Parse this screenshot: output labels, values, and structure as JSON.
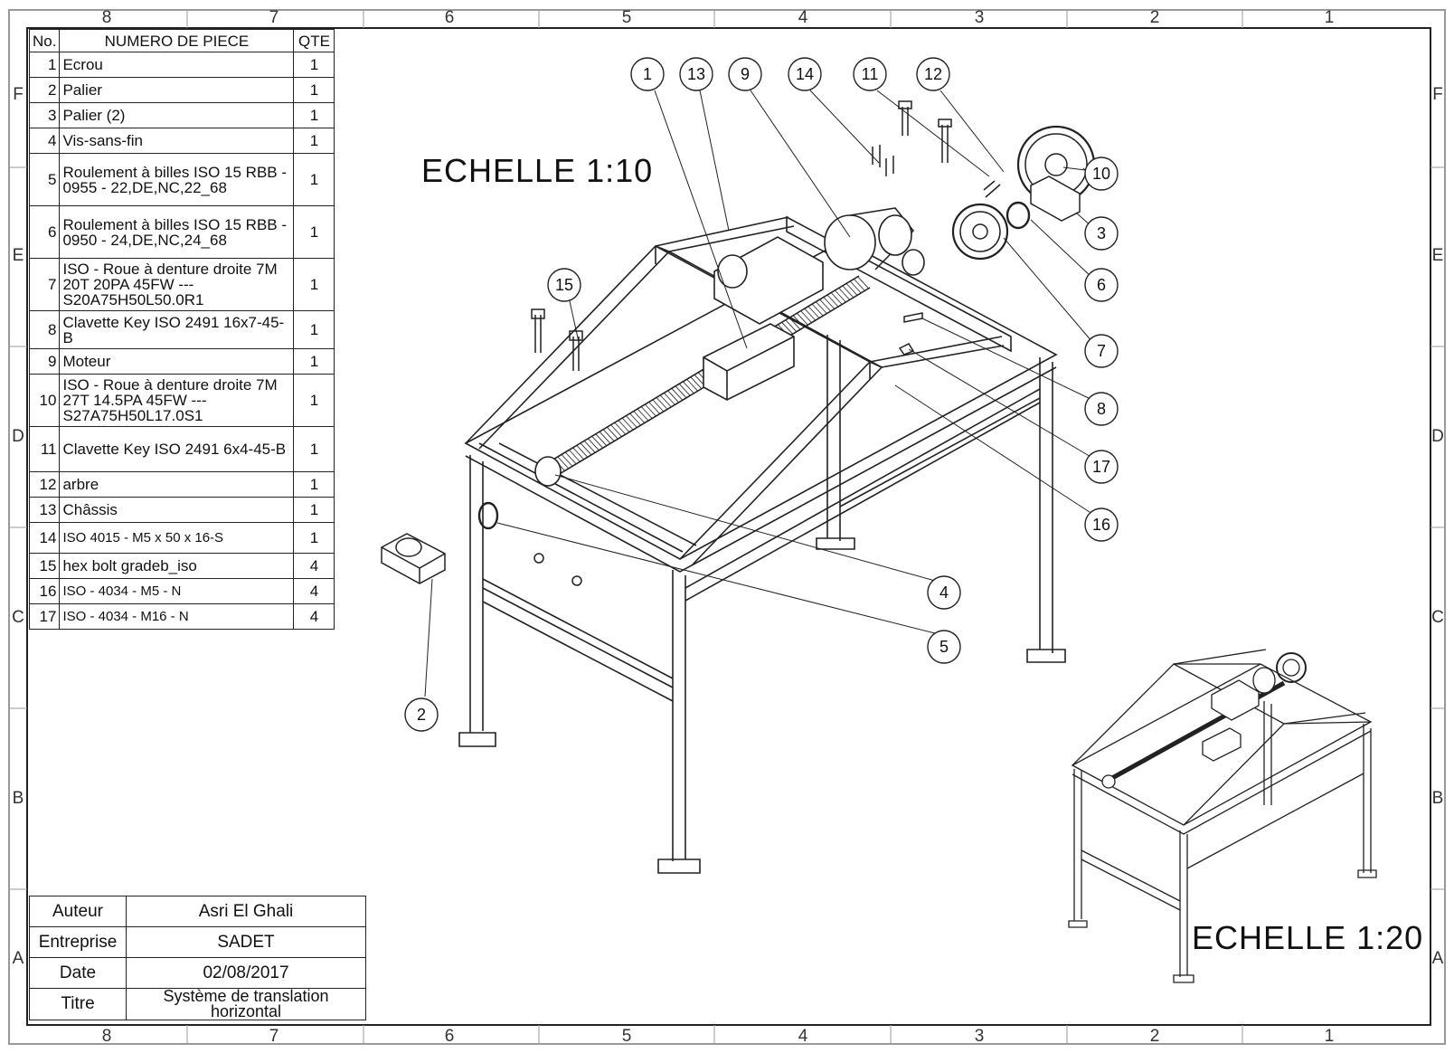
{
  "zones": {
    "columns": [
      "8",
      "7",
      "6",
      "5",
      "4",
      "3",
      "2",
      "1"
    ],
    "rows": [
      "F",
      "E",
      "D",
      "C",
      "B",
      "A"
    ]
  },
  "bom": {
    "headers": {
      "no": "No.",
      "name": "NUMERO DE PIECE",
      "qty": "QTE"
    },
    "rows": [
      {
        "no": "1",
        "name": "Ecrou",
        "qty": "1"
      },
      {
        "no": "2",
        "name": "Palier",
        "qty": "1"
      },
      {
        "no": "3",
        "name": "Palier (2)",
        "qty": "1"
      },
      {
        "no": "4",
        "name": "Vis-sans-fin",
        "qty": "1"
      },
      {
        "no": "5",
        "name": "Roulement à billes ISO 15 RBB - 0955 - 22,DE,NC,22_68",
        "qty": "1"
      },
      {
        "no": "6",
        "name": "Roulement à billes ISO 15 RBB - 0950 - 24,DE,NC,24_68",
        "qty": "1"
      },
      {
        "no": "7",
        "name": "ISO - Roue à denture droite 7M 20T 20PA 45FW --- S20A75H50L50.0R1",
        "qty": "1"
      },
      {
        "no": "8",
        "name": "Clavette Key ISO 2491 16x7-45-B",
        "qty": "1"
      },
      {
        "no": "9",
        "name": "Moteur",
        "qty": "1"
      },
      {
        "no": "10",
        "name": "ISO - Roue à denture droite 7M 27T 14.5PA 45FW --- S27A75H50L17.0S1",
        "qty": "1"
      },
      {
        "no": "11",
        "name": "Clavette Key ISO 2491 6x4-45-B",
        "qty": "1"
      },
      {
        "no": "12",
        "name": "arbre",
        "qty": "1"
      },
      {
        "no": "13",
        "name": "Châssis",
        "qty": "1"
      },
      {
        "no": "14",
        "name": "ISO 4015 - M5 x 50 x 16-S",
        "qty": "1"
      },
      {
        "no": "15",
        "name": "hex bolt gradeb_iso",
        "qty": "4"
      },
      {
        "no": "16",
        "name": "ISO - 4034 - M5 - N",
        "qty": "4"
      },
      {
        "no": "17",
        "name": "ISO - 4034 - M16 - N",
        "qty": "4"
      }
    ]
  },
  "title_block": {
    "author_label": "Auteur",
    "author": "Asri El Ghali",
    "company_label": "Entreprise",
    "company": "SADET",
    "date_label": "Date",
    "date": "02/08/2017",
    "title_label": "Titre",
    "title": "Système de translation horizontal"
  },
  "views": {
    "main_scale": "ECHELLE   1:10",
    "small_scale": "ECHELLE   1:20"
  },
  "balloons": [
    "1",
    "13",
    "9",
    "14",
    "11",
    "12",
    "10",
    "3",
    "6",
    "7",
    "8",
    "17",
    "16",
    "4",
    "5",
    "15",
    "2"
  ]
}
